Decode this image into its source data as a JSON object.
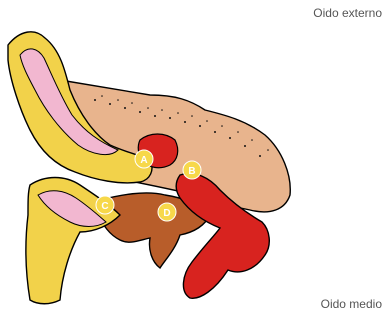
{
  "labels": {
    "outer_ear": "Oido externo",
    "middle_ear": "Oido medio"
  },
  "markers": [
    "A",
    "B",
    "C",
    "D"
  ],
  "colors": {
    "bone": "#e8b48d",
    "cartilage": "#f2d24a",
    "skin_pink": "#f2b7d0",
    "red": "#d8231f",
    "brown": "#b85d2a",
    "marker": "#f7d84a"
  }
}
